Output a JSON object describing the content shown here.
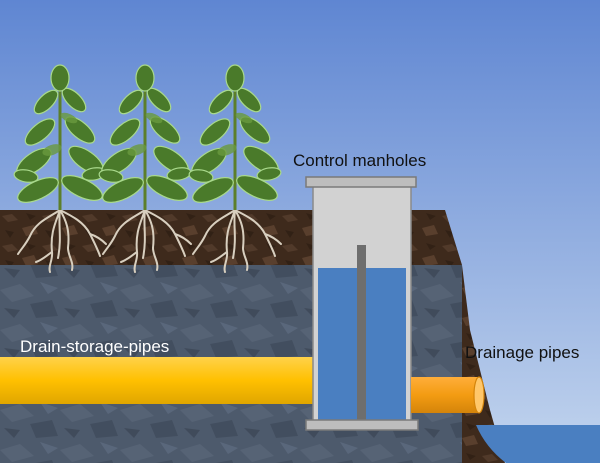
{
  "diagram": {
    "labels": {
      "control_manholes": "Control manholes",
      "drain_storage_pipes": "Drain-storage-pipes",
      "drainage_pipes": "Drainage pipes"
    },
    "plants": {
      "count": 3,
      "icon": "plant-icon"
    },
    "colors": {
      "sky_top": "#5f86d2",
      "sky_bottom": "#c3d5ee",
      "topsoil": "#3e2a1c",
      "subsoil": "#4d5a6c",
      "storage_pipe": "#ffc000",
      "drainage_pipe": "#f39c12",
      "manhole": "#d2d2d2",
      "water": "#4a7fc1"
    }
  }
}
